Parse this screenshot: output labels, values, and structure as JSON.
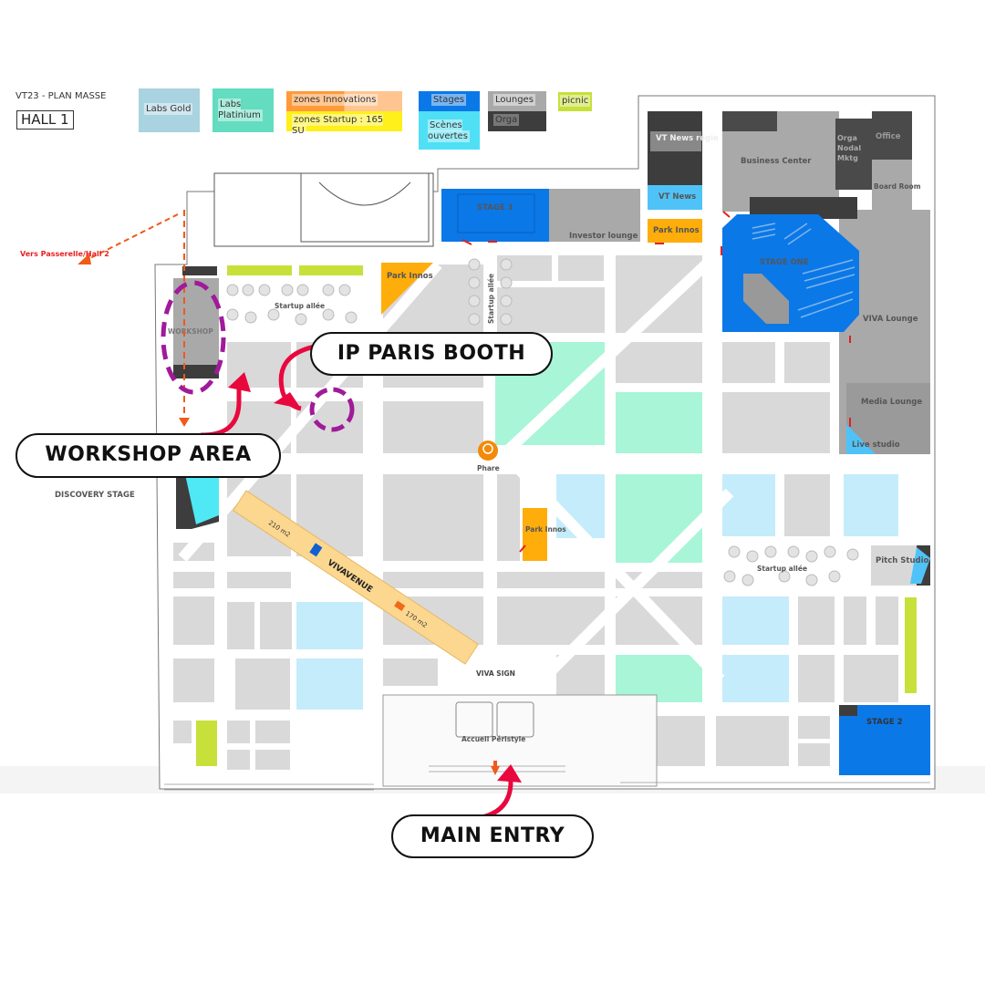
{
  "header": {
    "title": "VT23 - PLAN MASSE",
    "hall": "HALL 1"
  },
  "legend": [
    {
      "label": "Labs Gold",
      "color": "#a9d3e0"
    },
    {
      "label": "Labs Platinium",
      "color": "#63dcc0"
    },
    {
      "label": "zones Innovations",
      "color": "#ffb060"
    },
    {
      "label": "zones Startup : 165 SU",
      "color": "#ffef1a"
    },
    {
      "label": "Stages",
      "color": "#0b78e8"
    },
    {
      "label": "Scènes ouvertes",
      "color": "#4fe0f5"
    },
    {
      "label": "Lounges",
      "color": "#a9a9a9"
    },
    {
      "label": "Orga",
      "color": "#3d3d3d"
    },
    {
      "label": "picnic",
      "color": "#c8e03a"
    }
  ],
  "map": {
    "direction": "Vers Passerelle/Hall 2",
    "discovery_stage": "DISCOVERY STAGE",
    "workshop": "WORKSHOP",
    "startup_allee": "Startup allée",
    "park_innos": "Park Innos",
    "stage3": "STAGE 3",
    "investor_lounge": "Investor lounge",
    "vt_news_regie": "VT News régie",
    "vt_news": "VT News",
    "business_center": "Business Center",
    "orga_nodal": "Orga Nodal Mktg",
    "office": "Office",
    "board_room": "Board Room",
    "stage_one": "STAGE ONE",
    "viva_lounge": "VIVA Lounge",
    "media_lounge": "Media Lounge",
    "live_studio": "Live studio",
    "phare": "Phare",
    "vivavenue": "VIVAVENUE",
    "area_210": "210 m2",
    "area_170": "170 m2",
    "pitch_studio": "Pitch Studio",
    "viva_sign": "VIVA SIGN",
    "accueil": "Accueil Péristyle",
    "stage2": "STAGE 2"
  },
  "callouts": {
    "ip_paris": "IP PARIS BOOTH",
    "workshop_area": "WORKSHOP AREA",
    "main_entry": "MAIN ENTRY"
  },
  "colors": {
    "annotation_purple": "#a01a9a",
    "annotation_red": "#e8083e",
    "stage_blue": "#0b78e8",
    "mint": "#a8f5d8",
    "light_blue": "#c4ecfb",
    "orange": "#ffad0a"
  }
}
